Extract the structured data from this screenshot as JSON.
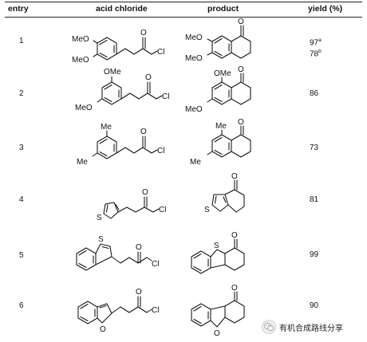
{
  "table": {
    "headers": {
      "entry": "entry",
      "acid_chloride": "acid chloride",
      "product": "product",
      "yield": "yield (%)"
    },
    "rows": [
      {
        "entry": "1",
        "yields": [
          {
            "value": "97",
            "note": "a"
          },
          {
            "value": "78",
            "note": "b"
          }
        ],
        "acid_chloride_labels": {
          "sub_top": "MeO",
          "sub_bottom": "MeO",
          "acyl": "Cl"
        },
        "product_labels": {
          "sub_top": "MeO",
          "sub_bottom": "MeO",
          "carbonyl": "O"
        }
      },
      {
        "entry": "2",
        "yields": [
          {
            "value": "86",
            "note": ""
          }
        ],
        "acid_chloride_labels": {
          "sub_top": "OMe",
          "sub_bottom": "MeO",
          "acyl": "Cl"
        },
        "product_labels": {
          "sub_top": "OMe",
          "sub_bottom": "MeO",
          "carbonyl": "O"
        }
      },
      {
        "entry": "3",
        "yields": [
          {
            "value": "73",
            "note": ""
          }
        ],
        "acid_chloride_labels": {
          "sub_top": "Me",
          "sub_bottom": "Me",
          "acyl": "Cl"
        },
        "product_labels": {
          "sub_top": "Me",
          "sub_bottom": "Me",
          "carbonyl": "O"
        }
      },
      {
        "entry": "4",
        "yields": [
          {
            "value": "81",
            "note": ""
          }
        ],
        "acid_chloride_labels": {
          "hetero": "S",
          "acyl": "Cl"
        },
        "product_labels": {
          "hetero": "S",
          "carbonyl": "O"
        }
      },
      {
        "entry": "5",
        "yields": [
          {
            "value": "99",
            "note": ""
          }
        ],
        "acid_chloride_labels": {
          "hetero": "S",
          "acyl": "Cl"
        },
        "product_labels": {
          "hetero": "S",
          "carbonyl": "O"
        }
      },
      {
        "entry": "6",
        "yields": [
          {
            "value": "90",
            "note": ""
          }
        ],
        "acid_chloride_labels": {
          "hetero": "O",
          "acyl": "Cl"
        },
        "product_labels": {
          "hetero": "O",
          "carbonyl": "O"
        }
      }
    ]
  },
  "watermark": {
    "text": "有机合成路线分享"
  }
}
